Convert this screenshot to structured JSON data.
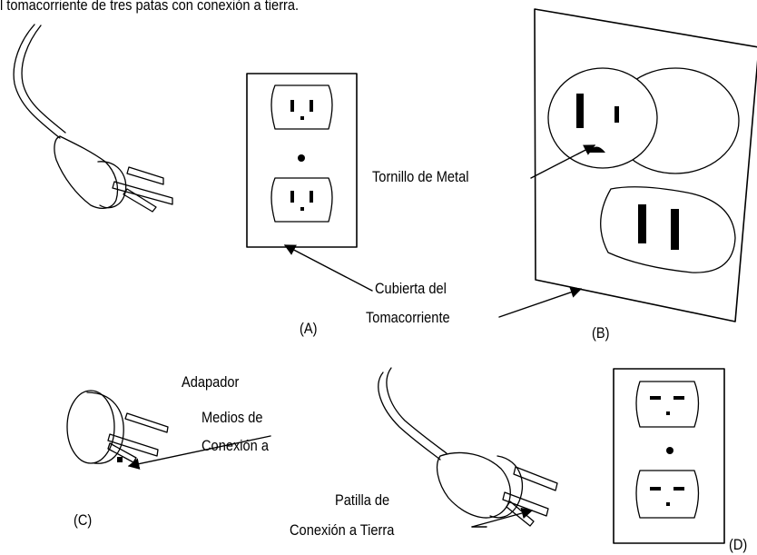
{
  "header": {
    "caption": "l tomacorriente de tres patas con conexión a tierra."
  },
  "labels": {
    "metal_screw": "Tornillo de Metal",
    "cover_line1": "Cubierta del",
    "cover_line2": "Tomacorriente",
    "fig_a": "(A)",
    "fig_b": "(B)",
    "adapter_line1": "Adapador",
    "adapter_line2": "Medios de",
    "adapter_line3": "Conexión a",
    "fig_c": "(C)",
    "ground_line1": "Patilla de",
    "ground_line2": "Conexión a Tierra",
    "fig_d": "(D)"
  }
}
